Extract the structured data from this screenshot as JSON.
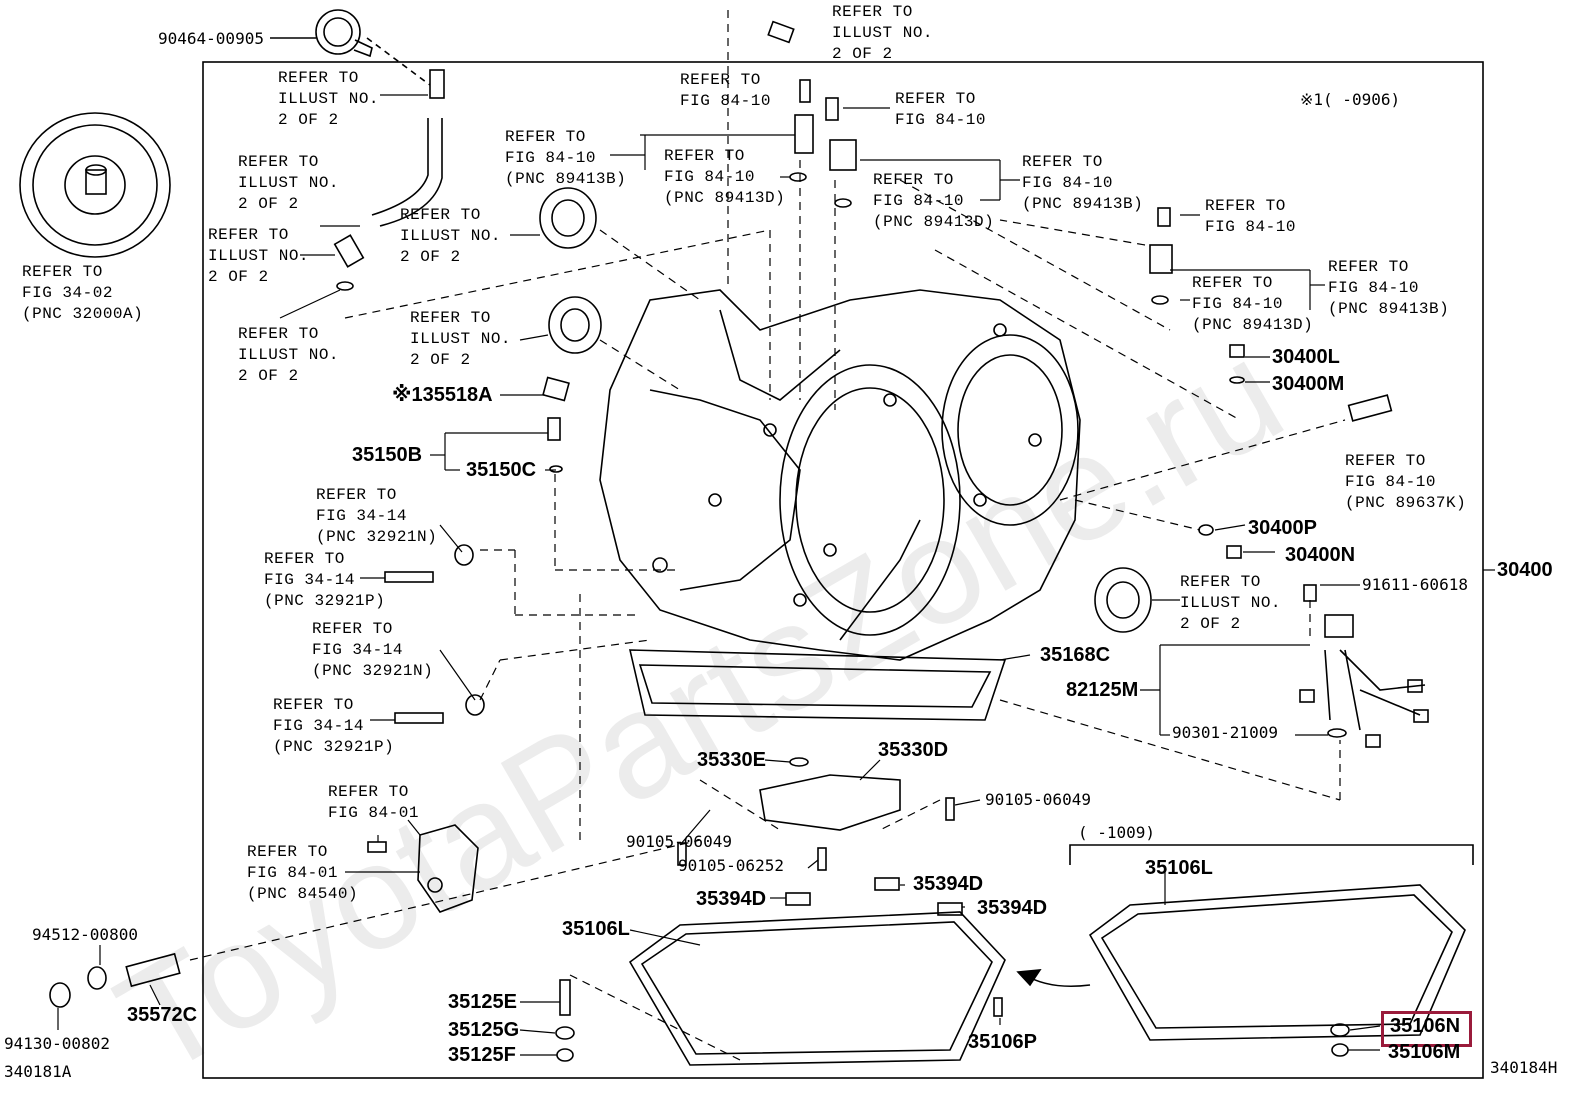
{
  "watermark": "ToyotaPartsZone.ru",
  "footer": {
    "left_code": "340181A",
    "right_code": "340184H"
  },
  "notes": {
    "range_1": "※1(      -0906)",
    "range_2": "(      -1009)"
  },
  "highlight_color": "#9a1b3b",
  "refer_labels": {
    "torque_converter": "REFER TO\nFIG 34-02\n(PNC 32000A)",
    "top_bolt": "REFER TO\nILLUST NO.\n2 OF 2",
    "breather_bolt": "REFER TO\nILLUST NO.\n2 OF 2",
    "breather_hose": "REFER TO\nILLUST NO.\n2 OF 2",
    "union": "REFER TO\nILLUST NO.\n2 OF 2",
    "oring_left": "REFER TO\nILLUST NO.\n2 OF 2",
    "seal_upper": "REFER TO\nILLUST NO.\n2 OF 2",
    "seal_middle": "REFER TO\nILLUST NO.\n2 OF 2",
    "sensor_a_bolt": "REFER TO\nFIG 84-10",
    "sensor_a": "REFER TO\nFIG 84-10\n(PNC 89413B)",
    "sensor_b": "REFER TO\nFIG 84-10\n(PNC 89413D)",
    "sensor_b_bolt": "REFER TO\nFIG 84-10",
    "sensor_c": "REFER TO\nFIG 84-10\n(PNC 89413D)",
    "sensor_c_ext": "REFER TO\nFIG 84-10\n(PNC 89413B)",
    "right_bolt": "REFER TO\nFIG 84-10",
    "right_sensor": "REFER TO\nFIG 84-10\n(PNC 89413D)",
    "right_sensor_ext": "REFER TO\nFIG 84-10\n(PNC 89413B)",
    "speed_sensor": "REFER TO\nFIG 84-10\n(PNC 89637K)",
    "cooler_oring_1": "REFER TO\nFIG 34-14\n(PNC 32921N)",
    "cooler_union_1": "REFER TO\nFIG 34-14\n(PNC 32921P)",
    "cooler_oring_2": "REFER TO\nFIG 34-14\n(PNC 32921N)",
    "cooler_union_2": "REFER TO\nFIG 34-14\n(PNC 32921P)",
    "nsw_bolt": "REFER TO\nFIG 84-01",
    "nsw": "REFER TO\nFIG 84-01\n(PNC 84540)",
    "side_seal": "REFER TO\nILLUST NO.\n2 OF 2"
  },
  "parts": {
    "p90464_00905": "90464-00905",
    "p35518A": "※135518A",
    "p35150B": "35150B",
    "p35150C": "35150C",
    "p30400L": "30400L",
    "p30400M": "30400M",
    "p30400P": "30400P",
    "p30400N": "30400N",
    "p30400": "30400",
    "p91611_60618": "91611-60618",
    "p35168C": "35168C",
    "p82125M": "82125M",
    "p90301_21009": "90301-21009",
    "p35330E": "35330E",
    "p35330D": "35330D",
    "p90105_06049_r": "90105-06049",
    "p90105_06049_l": "90105-06049",
    "p90105_06252": "90105-06252",
    "p35394D_a": "35394D",
    "p35394D_b": "35394D",
    "p35394D_c": "35394D",
    "p35106L_a": "35106L",
    "p35106L_b": "35106L",
    "p35106N": "35106N",
    "p35106M": "35106M",
    "p35106P": "35106P",
    "p35125E": "35125E",
    "p35125G": "35125G",
    "p35125F": "35125F",
    "p94512_00800": "94512-00800",
    "p94130_00802": "94130-00802",
    "p35572C": "35572C"
  }
}
